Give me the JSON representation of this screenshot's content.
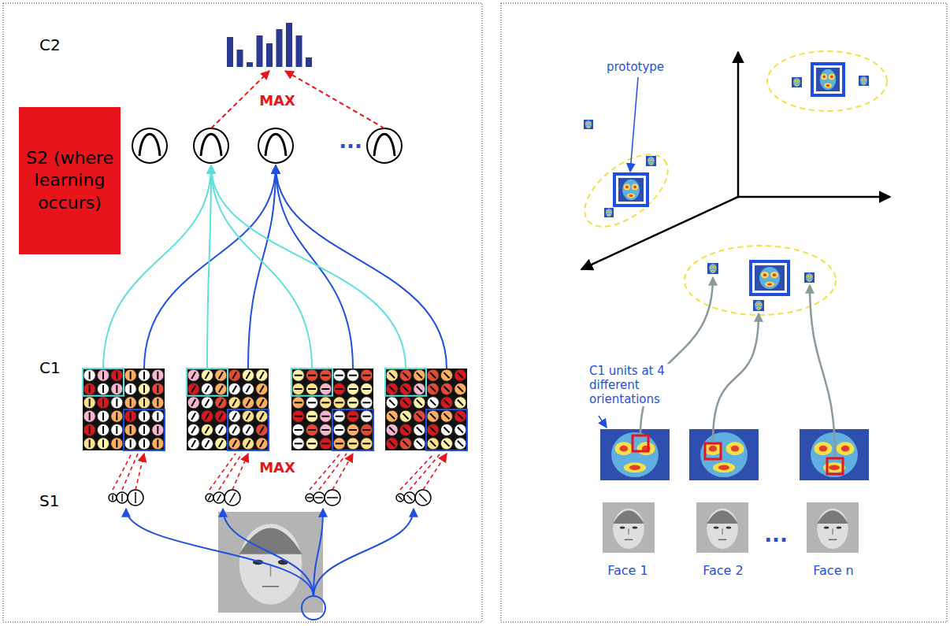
{
  "diagram": {
    "nodes": [
      {
        "text": [
          "S2 (where learning occurs)"
        ]
      }
    ],
    "labels": [
      "C2",
      "MAX",
      "C1",
      "MAX",
      "S1",
      "...",
      "prototype",
      "C1 units at 4 different orientations",
      "Face 1",
      "Face 2",
      "...",
      "Face n"
    ]
  }
}
